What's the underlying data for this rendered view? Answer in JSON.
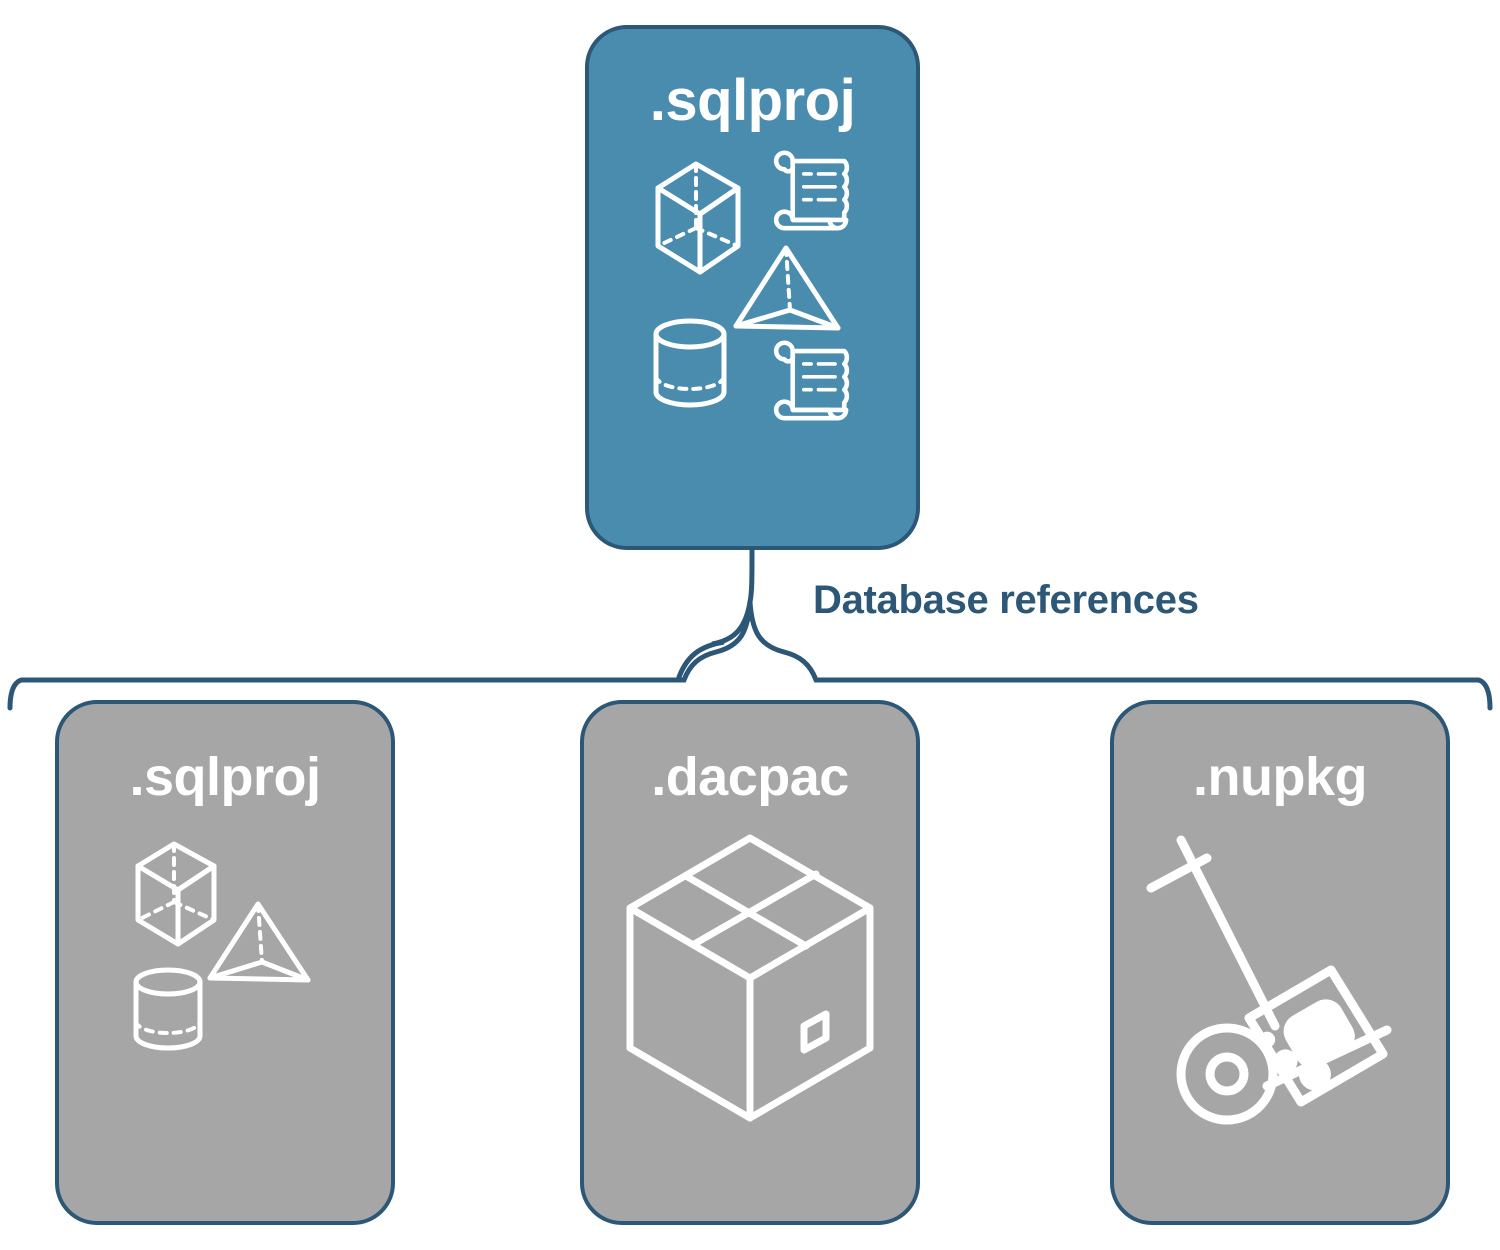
{
  "diagram": {
    "title_text": "Database references",
    "colors": {
      "primary_card_fill": "#4A8CAE",
      "secondary_card_fill": "#A6A6A6",
      "card_border": "#2C5777",
      "label_text": "#2C5777",
      "icon_stroke": "#FFFFFF",
      "background": "#FFFFFF"
    },
    "root": {
      "label": ".sqlproj",
      "icon": "database-shapes-and-scripts-icon",
      "icon_parts": [
        "cube",
        "pyramid",
        "cylinder",
        "scroll",
        "scroll"
      ]
    },
    "connector": {
      "type": "curly-brace",
      "label": "Database references",
      "branches": 3
    },
    "references": [
      {
        "label": ".sqlproj",
        "icon": "database-shapes-icon",
        "icon_parts": [
          "cube",
          "pyramid",
          "cylinder"
        ]
      },
      {
        "label": ".dacpac",
        "icon": "shipping-box-icon",
        "icon_parts": [
          "box"
        ]
      },
      {
        "label": ".nupkg",
        "icon": "hand-truck-package-icon",
        "icon_parts": [
          "dolly",
          "nuget-package"
        ]
      }
    ]
  }
}
